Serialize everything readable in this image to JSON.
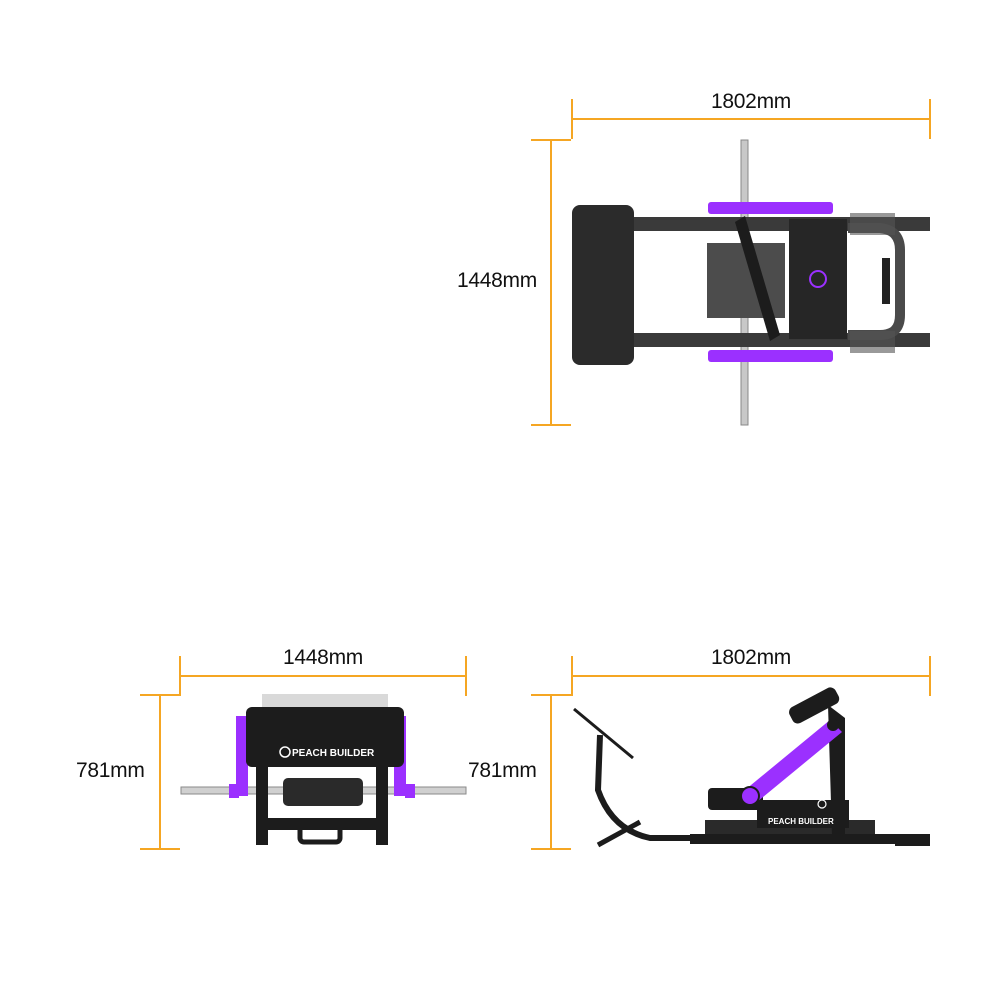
{
  "dimensions": {
    "top_view": {
      "width_label": "1802mm",
      "depth_label": "1448mm"
    },
    "front_view": {
      "width_label": "1448mm",
      "height_label": "781mm"
    },
    "side_view": {
      "length_label": "1802mm",
      "height_label": "781mm"
    }
  },
  "brand": {
    "logo_text": "PEACH BUILDER"
  },
  "colors": {
    "dimension_line": "#F5A623",
    "accent": "#9B30FF",
    "frame": "#1c1c1c"
  }
}
